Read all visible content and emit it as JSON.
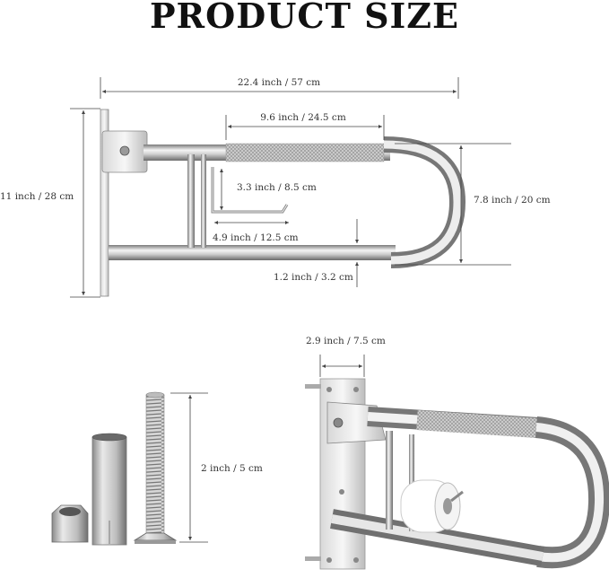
{
  "title": "PRODUCT SIZE",
  "dimensions": {
    "overall_length": "22.4 inch / 57 cm",
    "grip_length": "9.6 inch / 24.5 cm",
    "overall_height": "11 inch / 28 cm",
    "bar_height": "7.8 inch / 20 cm",
    "holder_height": "3.3 inch / 8.5 cm",
    "holder_length": "4.9 inch / 12.5 cm",
    "tube_diameter": "1.2 inch / 3.2 cm",
    "screw_length": "2 inch / 5 cm",
    "bracket_width": "2.9 inch / 7.5 cm"
  },
  "colors": {
    "steel_light": "#f2f2f2",
    "steel_mid": "#bdbdbd",
    "steel_dark": "#6e6e6e",
    "dim_line": "#444444"
  }
}
